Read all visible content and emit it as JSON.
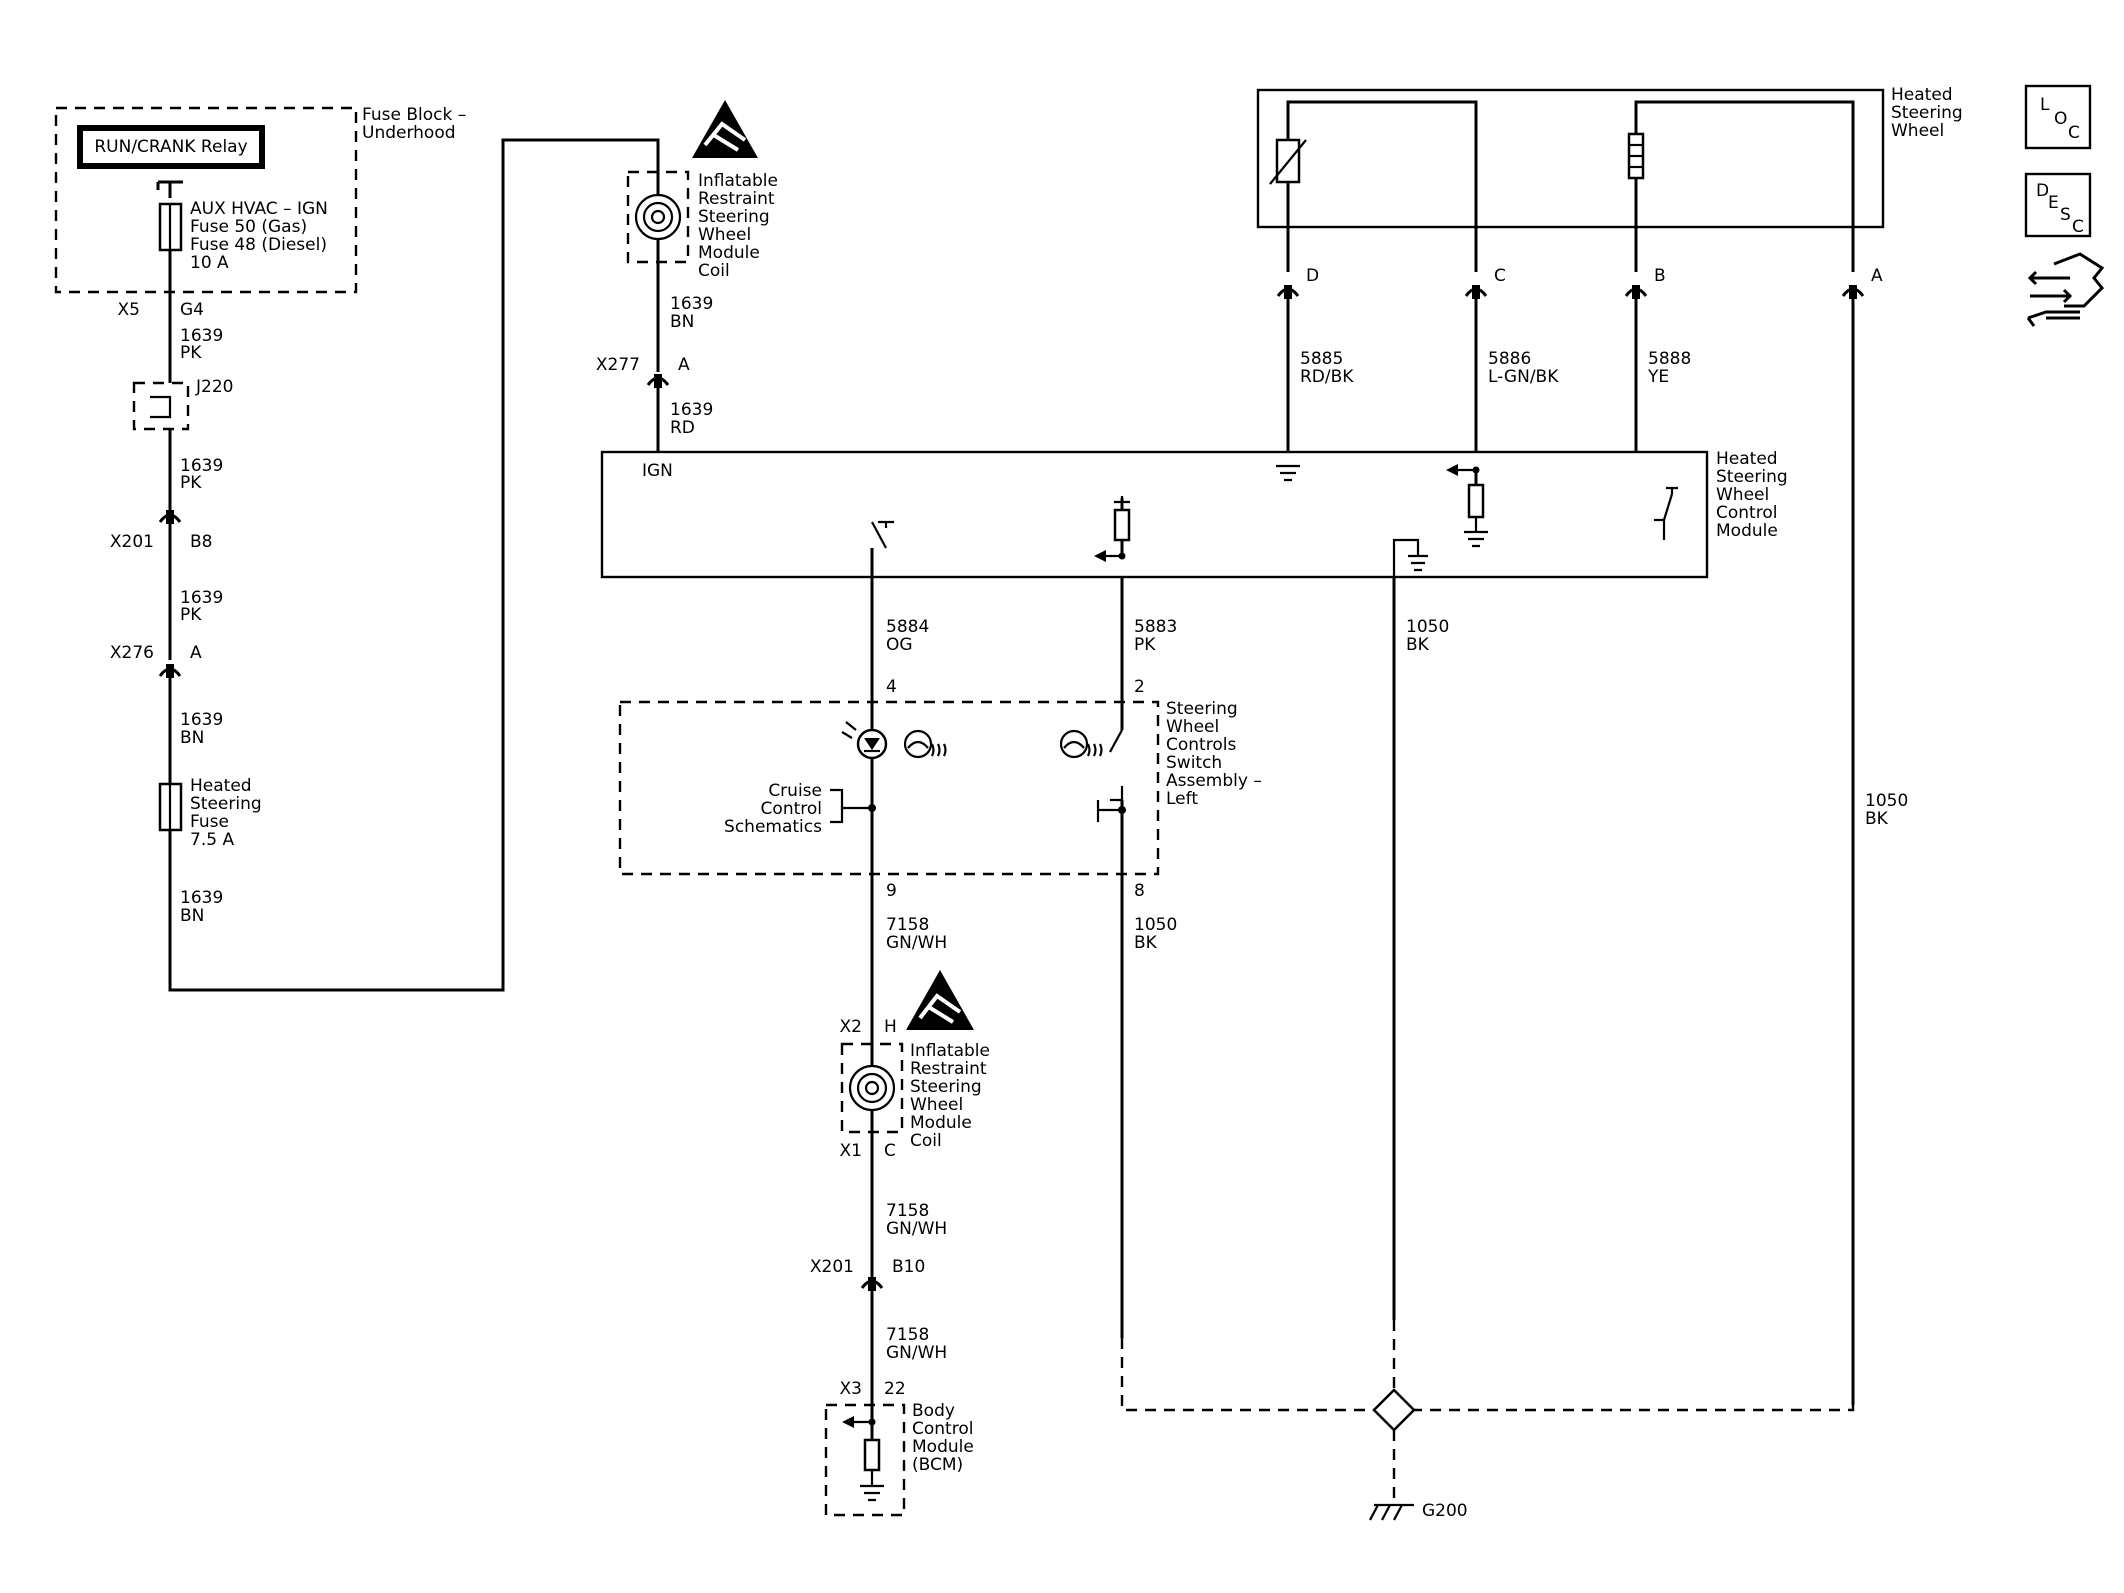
{
  "fuse_block": {
    "title": [
      "Fuse Block –",
      "Underhood"
    ],
    "relay": "RUN/CRANK Relay",
    "fuse_label": [
      "AUX HVAC – IGN",
      "Fuse 50 (Gas)",
      "Fuse 48 (Diesel)",
      "10 A"
    ],
    "connector": "X5",
    "pin": "G4"
  },
  "left_wire": {
    "seg1": {
      "circuit": "1639",
      "color": "PK"
    },
    "splice": "J220",
    "seg2": {
      "circuit": "1639",
      "color": "PK"
    },
    "x201": {
      "connector": "X201",
      "pin": "B8"
    },
    "seg3": {
      "circuit": "1639",
      "color": "PK"
    },
    "x276": {
      "connector": "X276",
      "pin": "A"
    },
    "seg4": {
      "circuit": "1639",
      "color": "BN"
    },
    "fuse2_label": [
      "Heated",
      "Steering",
      "Fuse",
      "7.5 A"
    ],
    "seg5": {
      "circuit": "1639",
      "color": "BN"
    }
  },
  "coil_top": {
    "label": [
      "Inflatable",
      "Restraint",
      "Steering",
      "Wheel",
      "Module",
      "Coil"
    ],
    "wire_in": {
      "circuit": "1639",
      "color": "BN"
    },
    "x277": {
      "connector": "X277",
      "pin": "A"
    },
    "wire_out": {
      "circuit": "1639",
      "color": "RD"
    }
  },
  "module": {
    "label": [
      "Heated",
      "Steering",
      "Wheel",
      "Control",
      "Module"
    ],
    "ign": "IGN"
  },
  "heated_wheel": {
    "label": [
      "Heated",
      "Steering",
      "Wheel"
    ],
    "pins": [
      "D",
      "C",
      "B",
      "A"
    ],
    "wires": [
      {
        "circuit": "5885",
        "color": "RD/BK"
      },
      {
        "circuit": "5886",
        "color": "L-GN/BK"
      },
      {
        "circuit": "5888",
        "color": "YE"
      }
    ],
    "wire_a": {
      "circuit": "1050",
      "color": "BK"
    }
  },
  "switch_assy": {
    "label": [
      "Steering",
      "Wheel",
      "Controls",
      "Switch",
      "Assembly –",
      "Left"
    ],
    "cruise": [
      "Cruise",
      "Control",
      "Schematics"
    ],
    "wire_og": {
      "circuit": "5884",
      "color": "OG"
    },
    "wire_pk": {
      "circuit": "5883",
      "color": "PK"
    },
    "wire_gnd": {
      "circuit": "1050",
      "color": "BK"
    },
    "pin_top_left": "4",
    "pin_top_right": "2",
    "pin_bot_left": "9",
    "pin_bot_right": "8",
    "wire_out_left": {
      "circuit": "7158",
      "color": "GN/WH"
    },
    "wire_out_right": {
      "circuit": "1050",
      "color": "BK"
    }
  },
  "coil_bottom": {
    "label": [
      "Inflatable",
      "Restraint",
      "Steering",
      "Wheel",
      "Module",
      "Coil"
    ],
    "x2": {
      "connector": "X2",
      "pin": "H"
    },
    "x1": {
      "connector": "X1",
      "pin": "C"
    },
    "wire1": {
      "circuit": "7158",
      "color": "GN/WH"
    },
    "x201": {
      "connector": "X201",
      "pin": "B10"
    },
    "wire2": {
      "circuit": "7158",
      "color": "GN/WH"
    }
  },
  "bcm": {
    "connector": "X3",
    "pin": "22",
    "label": [
      "Body",
      "Control",
      "Module",
      "(BCM)"
    ]
  },
  "ground": {
    "label": "G200"
  },
  "side_icons": {
    "loc": {
      "letters": [
        "L",
        "O",
        "C"
      ],
      "icon": "loc-icon"
    },
    "desc": {
      "letters": [
        "D",
        "E",
        "S",
        "C"
      ],
      "icon": "desc-icon"
    },
    "connector_icon": "connector-end-view-icon"
  }
}
